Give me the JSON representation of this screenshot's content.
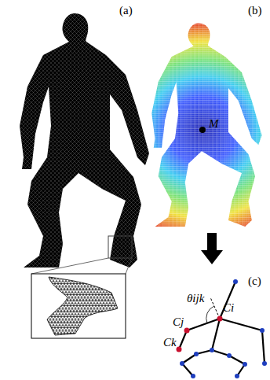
{
  "diagram": {
    "labels": [
      "(a)",
      "(b)",
      "(c)",
      "M",
      "Cj",
      "Ci",
      "Ck",
      "θijk"
    ]
  }
}
